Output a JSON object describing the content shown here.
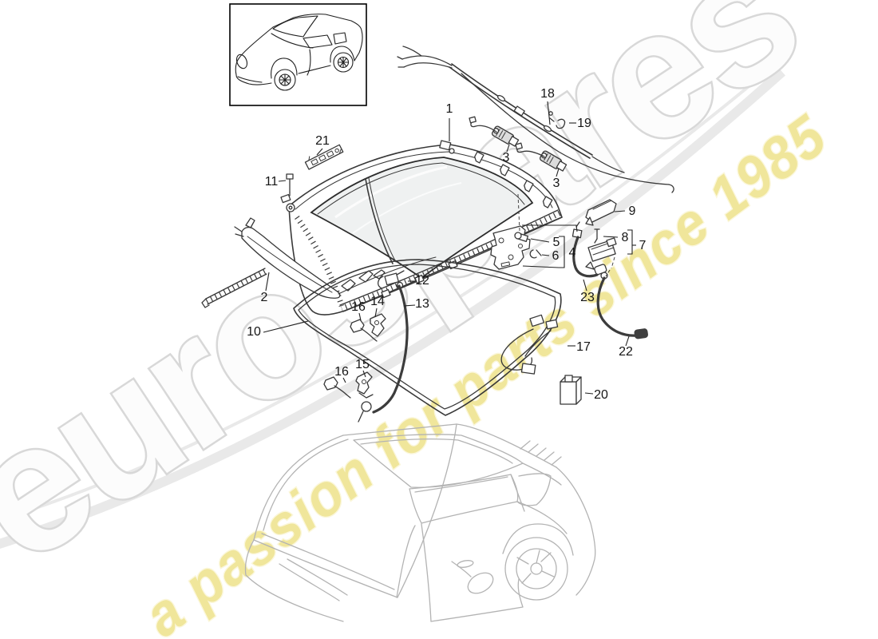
{
  "watermark": {
    "brand": "eurospares",
    "tagline": "a passion for parts since 1985",
    "brand_outline_color": "#d8d8d8",
    "tagline_color": "#f0e596"
  },
  "diagram": {
    "line_color": "#383838",
    "muted_line_color": "#b3b3b3",
    "callouts": [
      {
        "label": "1"
      },
      {
        "label": "2"
      },
      {
        "label": "3"
      },
      {
        "label": "3"
      },
      {
        "label": "4"
      },
      {
        "label": "5"
      },
      {
        "label": "6"
      },
      {
        "label": "7"
      },
      {
        "label": "8"
      },
      {
        "label": "9"
      },
      {
        "label": "10"
      },
      {
        "label": "11"
      },
      {
        "label": "12"
      },
      {
        "label": "13"
      },
      {
        "label": "14"
      },
      {
        "label": "15"
      },
      {
        "label": "16"
      },
      {
        "label": "16"
      },
      {
        "label": "17"
      },
      {
        "label": "18"
      },
      {
        "label": "19"
      },
      {
        "label": "20"
      },
      {
        "label": "21"
      },
      {
        "label": "22"
      },
      {
        "label": "23"
      }
    ]
  }
}
